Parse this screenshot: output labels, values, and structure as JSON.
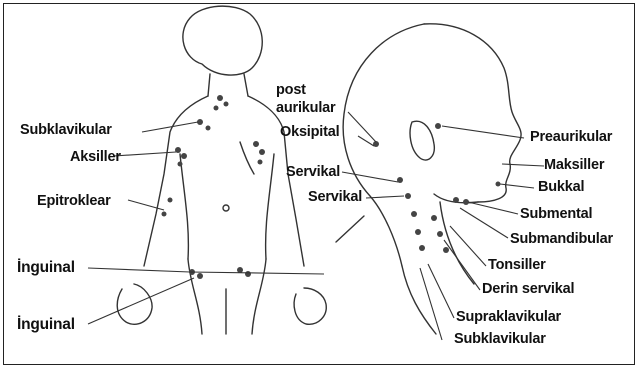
{
  "labels": {
    "left": {
      "subklavikular": "Subklavikular",
      "aksiller": "Aksiller",
      "epitroklear": "Epitroklear",
      "inguinal_1": "İnguinal",
      "inguinal_2": "İnguinal"
    },
    "right": {
      "post": "post",
      "aurikular": "aurikular",
      "oksipital": "Oksipital",
      "servikal_1": "Servikal",
      "servikal_2": "Servikal",
      "preaurikular": "Preaurikular",
      "maksiller": "Maksiller",
      "bukkal": "Bukkal",
      "submental": "Submental",
      "submandibular": "Submandibular",
      "tonsiller": "Tonsiller",
      "derin_servikal": "Derin servikal",
      "supraklavikular": "Supraklavikular",
      "subklavikular": "Subklavikular"
    }
  }
}
